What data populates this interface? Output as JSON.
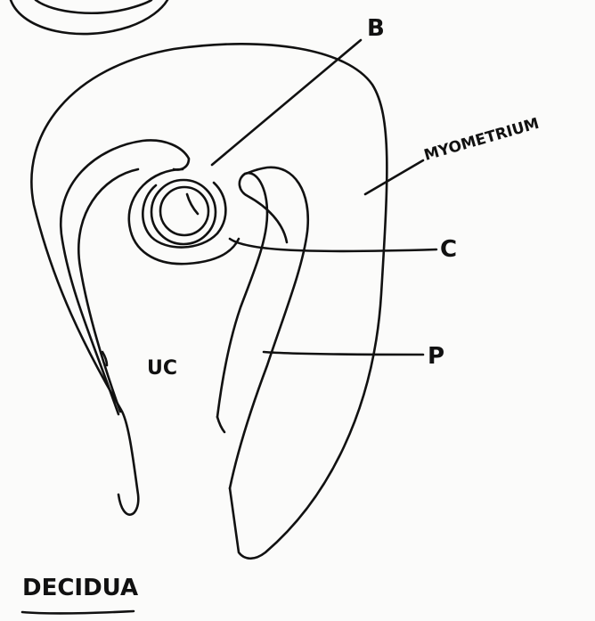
{
  "labels": {
    "b": "B",
    "myometrium": "MYOMETRIUM",
    "c": "C",
    "p": "P",
    "uc": "UC"
  },
  "title": "DECIDUA",
  "colors": {
    "ink": "#111111",
    "paper": "#fbfbfa"
  }
}
